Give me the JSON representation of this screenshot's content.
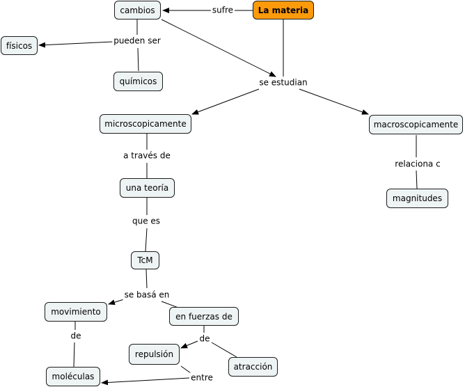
{
  "nodes": {
    "la_materia": "La materia",
    "cambios": "cambios",
    "fisicos": "físicos",
    "quimicos": "químicos",
    "microscopicamente": "microscopicamente",
    "macroscopicamente": "macroscopicamente",
    "una_teoria": "una teoría",
    "magnitudes": "magnitudes",
    "tcm": "TcM",
    "movimiento": "movimiento",
    "en_fuerzas_de": "en fuerzas de",
    "repulsion": "repulsión",
    "atraccion": "atracción",
    "moleculas": "moléculas"
  },
  "links": {
    "sufre": "sufre",
    "pueden_ser": "pueden ser",
    "se_estudian": "se estudian",
    "a_traves_de": "a través de",
    "relaciona_c": "relaciona c",
    "que_es": "que es",
    "se_basa_en": "se basá en",
    "de_1": "de",
    "de_2": "de",
    "entre": "entre"
  },
  "colors": {
    "root_fill": "#fb9a0b",
    "node_fill": "#eef3f4",
    "line": "#000000"
  }
}
